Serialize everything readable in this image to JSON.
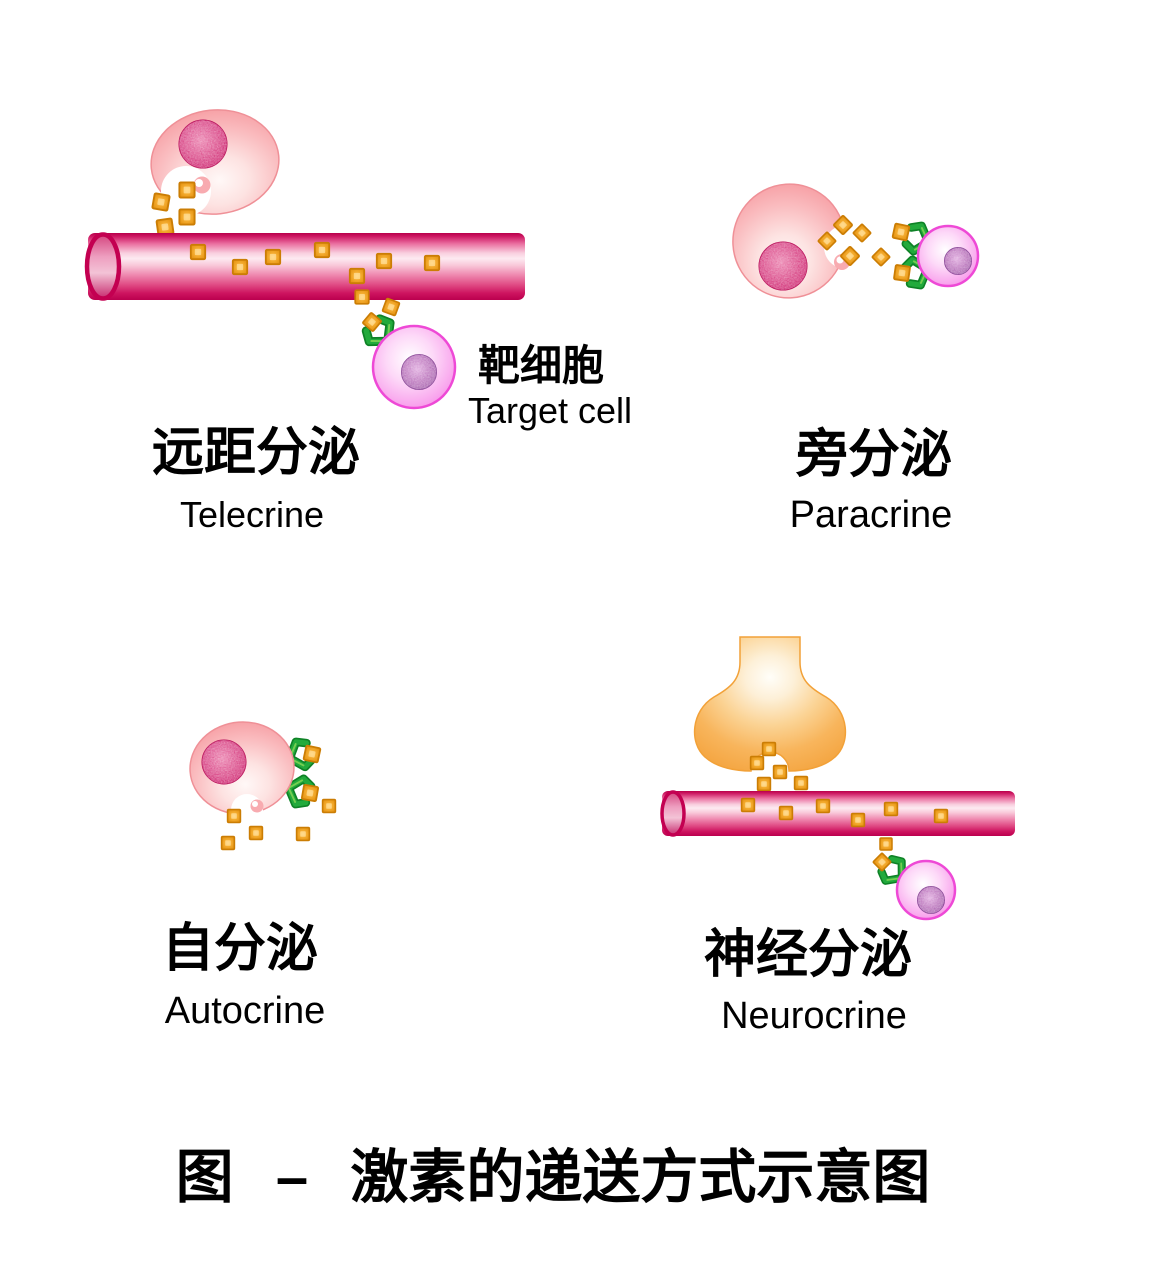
{
  "figure_caption": "图 – 激素的递送方式示意图",
  "panels": {
    "telecrine": {
      "label_zh": "远距分泌",
      "label_en": "Telecrine"
    },
    "paracrine": {
      "label_zh": "旁分泌",
      "label_en": "Paracrine"
    },
    "autocrine": {
      "label_zh": "自分泌",
      "label_en": "Autocrine"
    },
    "neurocrine": {
      "label_zh": "神经分泌",
      "label_en": "Neurocrine"
    }
  },
  "annotations": {
    "target_cell_zh": "靶细胞",
    "target_cell_en": "Target cell"
  },
  "legend_colors": {
    "secretory_cell_pink": "#f49ba1",
    "cell_nucleus_magenta": "#c81660",
    "target_cell_magenta": "#f478e4",
    "target_nucleus_purple": "#9a52a6",
    "hormone_particle_orange": "#e8940e",
    "receptor_green": "#22aa3c",
    "blood_vessel_crimson": "#c2004f",
    "nerve_terminal_orange": "#f4a23b"
  }
}
